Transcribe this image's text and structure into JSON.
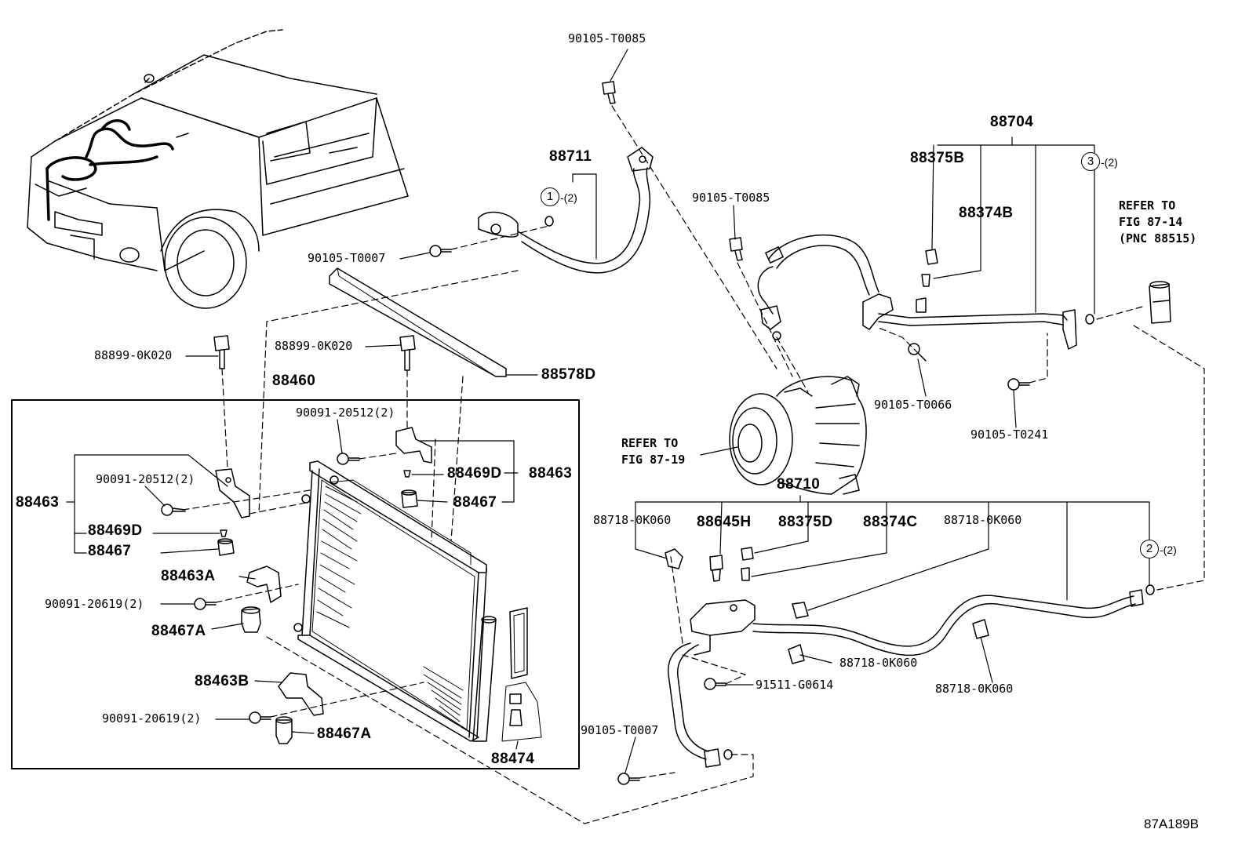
{
  "diagram": {
    "code": "87A189B",
    "labels": {
      "p90105_T0085_top": "90105-T0085",
      "p88711": "88711",
      "p90105_T0007_top": "90105-T0007",
      "p88899_a": "88899-0K020",
      "p88899_b": "88899-0K020",
      "p88578D": "88578D",
      "p88460": "88460",
      "p90091_20512_a": "90091-20512(2)",
      "p90091_20512_b": "90091-20512(2)",
      "p88463_left": "88463",
      "p88463_right": "88463",
      "p88469D_left": "88469D",
      "p88469D_right": "88469D",
      "p88467_left": "88467",
      "p88467_right": "88467",
      "p88463A": "88463A",
      "p90091_20619_a": "90091-20619(2)",
      "p88467A_a": "88467A",
      "p88463B": "88463B",
      "p90091_20619_b": "90091-20619(2)",
      "p88467A_b": "88467A",
      "p88474": "88474",
      "p88704": "88704",
      "p88375B": "88375B",
      "p88374B": "88374B",
      "p90105_T0085_mid": "90105-T0085",
      "p90105_T0066": "90105-T0066",
      "p90105_T0241": "90105-T0241",
      "p88710": "88710",
      "p88718_a": "88718-0K060",
      "p88645H": "88645H",
      "p88375D": "88375D",
      "p88374C": "88374C",
      "p88718_b": "88718-0K060",
      "p88718_c": "88718-0K060",
      "p88718_d": "88718-0K060",
      "p91511_G0614": "91511-G0614",
      "p90105_T0007_bot": "90105-T0007"
    },
    "refer_compressor": [
      "REFER TO",
      "FIG 87-19"
    ],
    "refer_valve": [
      "REFER TO",
      "FIG 87-14",
      "(PNC 88515)"
    ],
    "callouts": {
      "c1": "1",
      "c1_qty": "-(2)",
      "c2": "2",
      "c2_qty": "-(2)",
      "c3": "3",
      "c3_qty": "-(2)"
    }
  }
}
